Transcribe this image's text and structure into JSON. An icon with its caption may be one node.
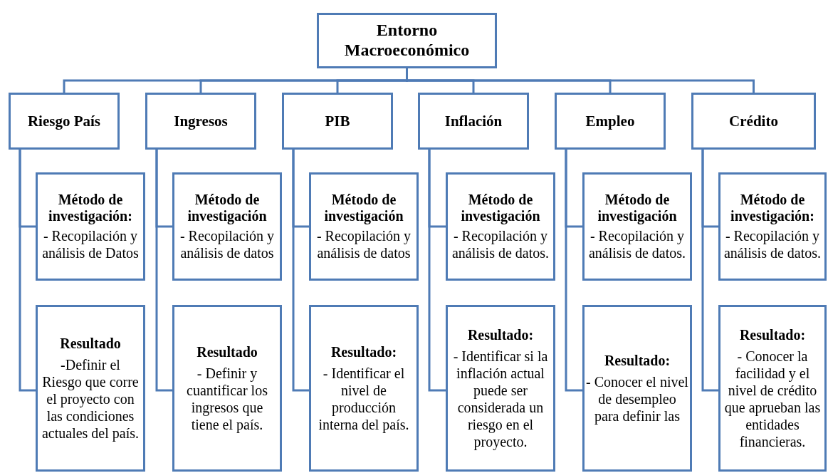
{
  "diagram": {
    "nodes": [
      {
        "text": [
          "Entorno Macroeconómico"
        ]
      },
      {
        "text": [
          "Riesgo País"
        ]
      },
      {
        "text": [
          "Método de investigación:",
          "- Recopilación y análisis de Datos"
        ]
      },
      {
        "text": [
          "Resultado",
          "-Definir el Riesgo que corre el proyecto con las condiciones actuales del país."
        ]
      },
      {
        "text": [
          "Ingresos"
        ]
      },
      {
        "text": [
          "Método de investigación",
          "- Recopilación y análisis de datos"
        ]
      },
      {
        "text": [
          "Resultado",
          "- Definir y cuantificar los ingresos que tiene el país."
        ]
      },
      {
        "text": [
          "PIB"
        ]
      },
      {
        "text": [
          "Método de investigación",
          "- Recopilación y análisis de datos"
        ]
      },
      {
        "text": [
          "Resultado:",
          "- Identificar el nivel de producción interna del país."
        ]
      },
      {
        "text": [
          "Inflación"
        ]
      },
      {
        "text": [
          "Método de investigación",
          "- Recopilación y análisis de datos."
        ]
      },
      {
        "text": [
          "Resultado:",
          "- Identificar si la inflación actual puede ser considerada un riesgo en el proyecto."
        ]
      },
      {
        "text": [
          "Empleo"
        ]
      },
      {
        "text": [
          "Método de investigación",
          "- Recopilación y análisis de datos."
        ]
      },
      {
        "text": [
          "Resultado:",
          "- Conocer el nivel de desempleo para definir las"
        ]
      },
      {
        "text": [
          "Crédito"
        ]
      },
      {
        "text": [
          "Método de investigación:",
          "- Recopilación y análisis de datos."
        ]
      },
      {
        "text": [
          "Resultado:",
          "- Conocer la facilidad y el nivel de crédito que aprueban las entidades financieras."
        ]
      }
    ],
    "edges": [
      {
        "from": 0,
        "to": 1,
        "arrow": "none"
      },
      {
        "from": 0,
        "to": 4,
        "arrow": "none"
      },
      {
        "from": 0,
        "to": 7,
        "arrow": "none"
      },
      {
        "from": 0,
        "to": 10,
        "arrow": "none"
      },
      {
        "from": 0,
        "to": 13,
        "arrow": "none"
      },
      {
        "from": 0,
        "to": 16,
        "arrow": "none"
      },
      {
        "from": 1,
        "to": 2,
        "arrow": "none"
      },
      {
        "from": 1,
        "to": 3,
        "arrow": "none"
      },
      {
        "from": 4,
        "to": 5,
        "arrow": "none"
      },
      {
        "from": 4,
        "to": 6,
        "arrow": "none"
      },
      {
        "from": 7,
        "to": 8,
        "arrow": "none"
      },
      {
        "from": 7,
        "to": 9,
        "arrow": "none"
      },
      {
        "from": 10,
        "to": 11,
        "arrow": "none"
      },
      {
        "from": 10,
        "to": 12,
        "arrow": "none"
      },
      {
        "from": 13,
        "to": 14,
        "arrow": "none"
      },
      {
        "from": 13,
        "to": 15,
        "arrow": "none"
      },
      {
        "from": 16,
        "to": 17,
        "arrow": "none"
      },
      {
        "from": 16,
        "to": 18,
        "arrow": "none"
      }
    ]
  }
}
